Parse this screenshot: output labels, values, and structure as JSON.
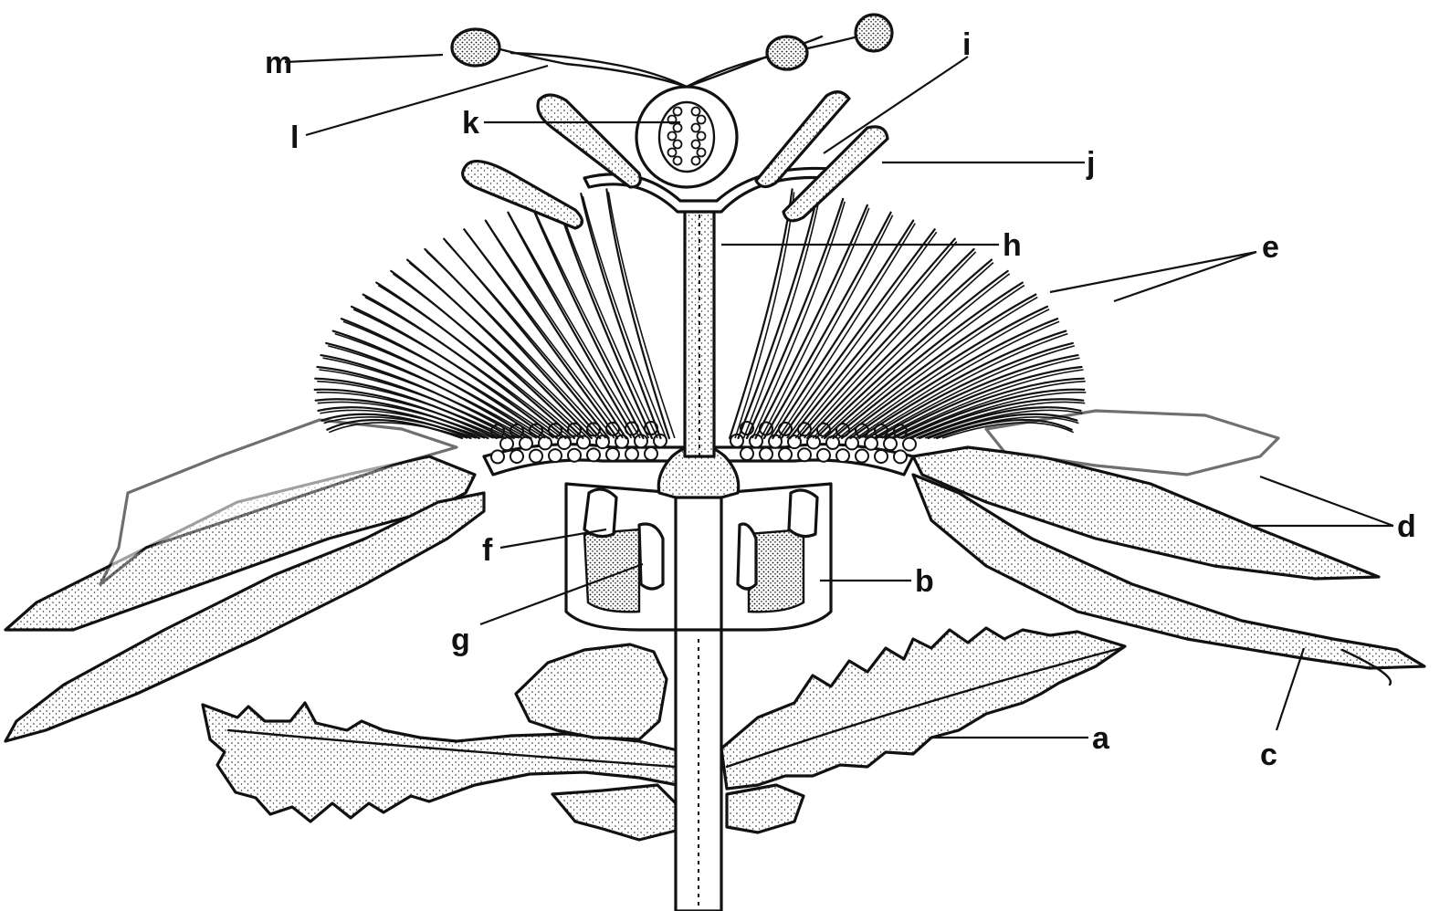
{
  "diagram": {
    "labels": {
      "a": "a",
      "b": "b",
      "c": "c",
      "d": "d",
      "e": "e",
      "f": "f",
      "g": "g",
      "h": "h",
      "i": "i",
      "j": "j",
      "k": "k",
      "l": "l",
      "m": "m"
    }
  },
  "colors": {
    "ink": "#111111",
    "paper": "#ffffff"
  }
}
